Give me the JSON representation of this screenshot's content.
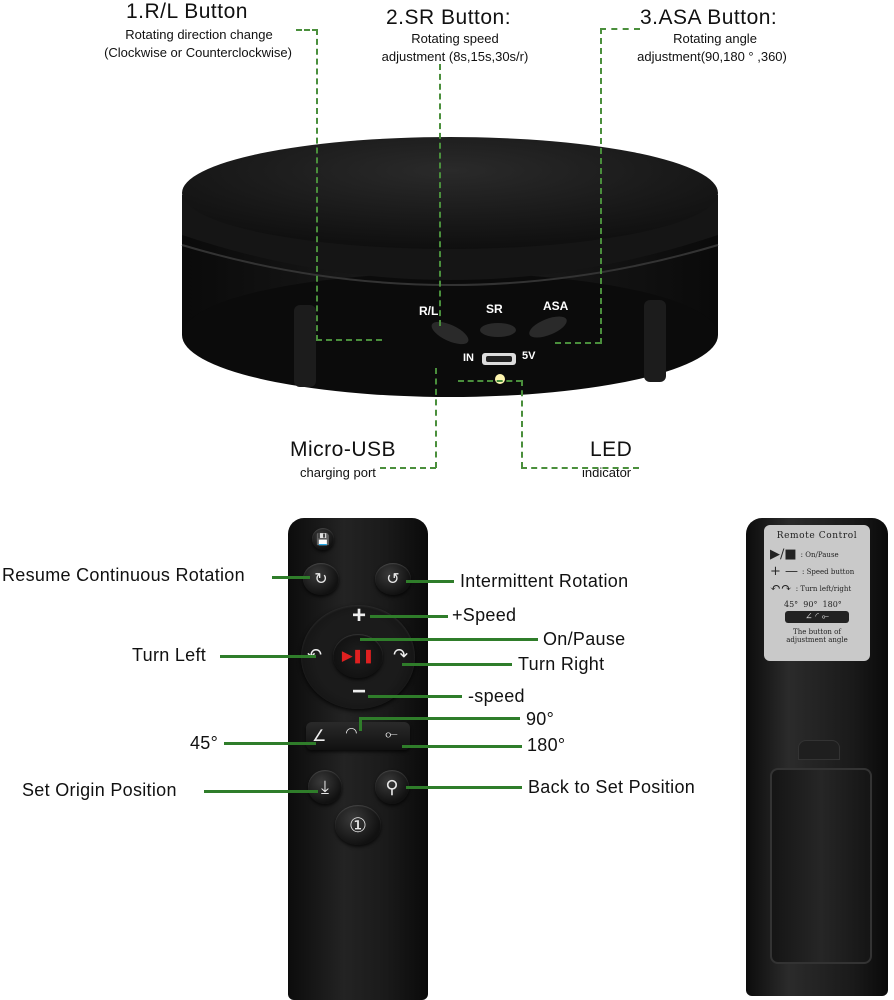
{
  "top": {
    "rl": {
      "title": "1.R/L Button",
      "line1": "Rotating direction change",
      "line2": "(Clockwise or Counterclockwise)"
    },
    "sr": {
      "title": "2.SR Button:",
      "line1": "Rotating speed",
      "line2": "adjustment (8s,15s,30s/r)"
    },
    "asa": {
      "title": "3.ASA Button:",
      "line1": "Rotating angle",
      "line2": "adjustment(90,180 ° ,360)"
    },
    "usb": {
      "title": "Micro-USB",
      "sub": "charging port"
    },
    "led": {
      "title": "LED",
      "sub": "indicator"
    }
  },
  "device": {
    "rl": "R/L",
    "sr": "SR",
    "asa": "ASA",
    "in": "IN",
    "v5": "5V"
  },
  "remote": {
    "resume": "Resume Continuous Rotation",
    "intermittent": "Intermittent Rotation",
    "speed_up": "+Speed",
    "on_pause": "On/Pause",
    "turn_left": "Turn Left",
    "turn_right": "Turn Right",
    "speed_down": "-speed",
    "deg90": "90°",
    "deg45": "45°",
    "deg180": "180°",
    "set_origin": "Set Origin Position",
    "back_to": "Back to Set Position"
  },
  "sticker": {
    "title": "Remote Control",
    "row1": ": On/Pause",
    "row2": ": Speed button",
    "row3": ": Turn left/right",
    "angles": "45°  90°  180°",
    "note1": "The button of",
    "note2": "adjustment angle"
  },
  "colors": {
    "accent_line": "#2f7d2a",
    "dash_line": "#4a8f3c",
    "device": "#111111"
  }
}
